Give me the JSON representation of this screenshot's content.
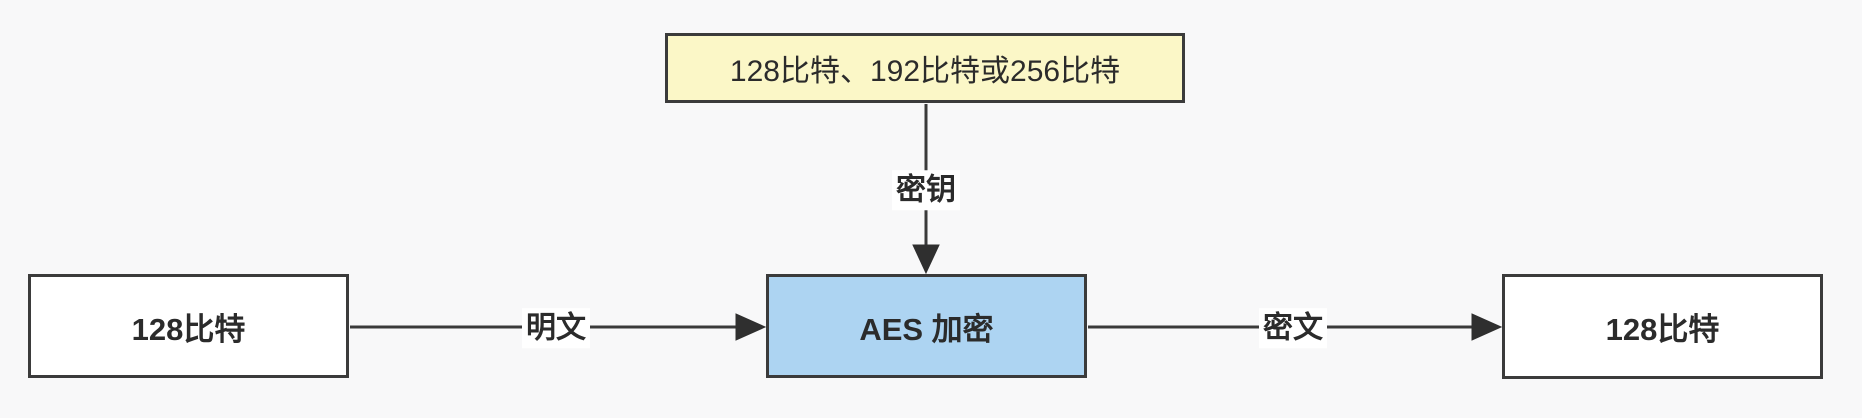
{
  "nodes": {
    "key_size": {
      "label": "128比特、192比特或256比特",
      "fill": "#fbf7c7"
    },
    "aes": {
      "label": "AES 加密",
      "fill": "#add4f2"
    },
    "input": {
      "label": "128比特",
      "fill": "#ffffff"
    },
    "output": {
      "label": "128比特",
      "fill": "#ffffff"
    }
  },
  "edges": {
    "key": {
      "label": "密钥"
    },
    "plaintext": {
      "label": "明文"
    },
    "ciphertext": {
      "label": "密文"
    }
  },
  "colors": {
    "page_background": "#f8f8f9",
    "box_border": "#3b3b3b",
    "arrow": "#2f2f2f",
    "text": "#2b2b2b",
    "edge_label_background": "#ffffff"
  }
}
